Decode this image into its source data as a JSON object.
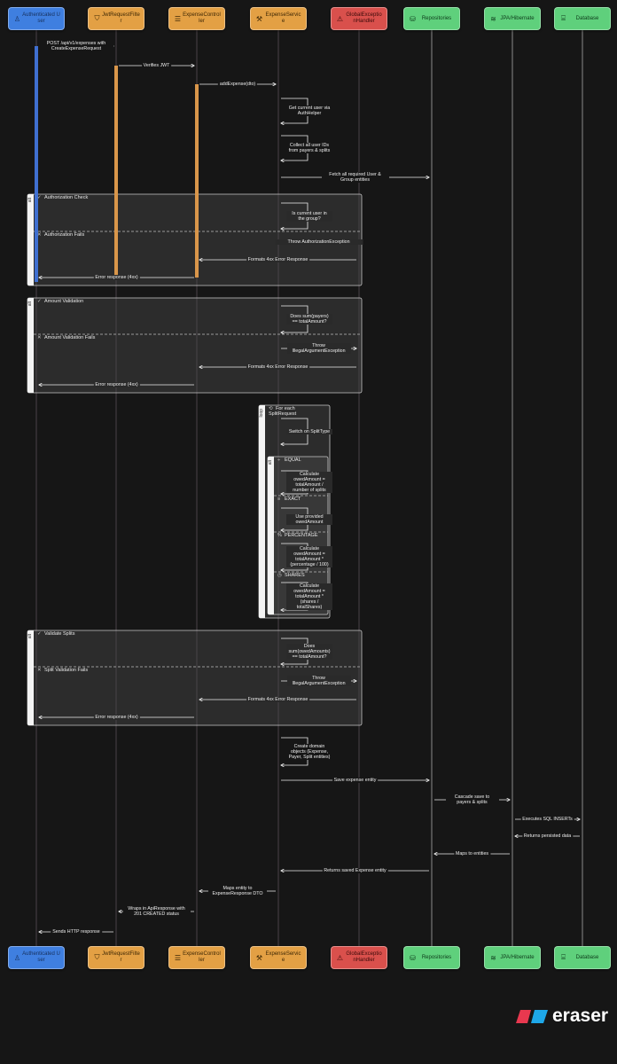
{
  "participants": [
    {
      "name": "Authenticated User",
      "icon": "user-icon",
      "glyph": "♙",
      "color": "#3f7fe0",
      "text_color": "#17305c"
    },
    {
      "name": "JwtRequestFilter",
      "icon": "shield-icon",
      "glyph": "⛉",
      "color": "#e3a044",
      "text_color": "#3d2705"
    },
    {
      "name": "ExpenseController",
      "icon": "server-icon",
      "glyph": "☰",
      "color": "#e3a044",
      "text_color": "#3d2705"
    },
    {
      "name": "ExpenseService",
      "icon": "wrench-icon",
      "glyph": "⚒",
      "color": "#e3a044",
      "text_color": "#3d2705"
    },
    {
      "name": "GlobalExceptionHandler",
      "icon": "warning-icon",
      "glyph": "⚠",
      "color": "#d9504c",
      "text_color": "#3b0b0a"
    },
    {
      "name": "Repositories",
      "icon": "database-icon",
      "glyph": "⛁",
      "color": "#5fd07c",
      "text_color": "#0d3a1a"
    },
    {
      "name": "JPA/Hibernate",
      "icon": "layers-icon",
      "glyph": "≋",
      "color": "#5fd07c",
      "text_color": "#0d3a1a"
    },
    {
      "name": "Database",
      "icon": "archive-icon",
      "glyph": "⌸",
      "color": "#5fd07c",
      "text_color": "#0d3a1a"
    }
  ],
  "steps": [
    {
      "from": 0,
      "to": 1,
      "label": "POST /api/v1/expenses with CreateExpenseRequest"
    },
    {
      "from": 1,
      "to": 2,
      "label": "Verifies JWT"
    },
    {
      "from": 2,
      "to": 3,
      "label": "addExpense(dto)"
    },
    {
      "from": 3,
      "to": 3,
      "label": "Get current user via AuthHelper"
    },
    {
      "from": 3,
      "to": 3,
      "label": "Collect all user IDs from payers & splits"
    },
    {
      "from": 3,
      "to": 5,
      "label": "Fetch all required User & Group entities"
    },
    {
      "from": 3,
      "to": 3,
      "label": "Is current user in the group?"
    },
    {
      "from": 3,
      "to": 4,
      "label": "Throw AuthorizationException"
    },
    {
      "from": 4,
      "to": 2,
      "label": "Formats 4xx Error Response"
    },
    {
      "from": 2,
      "to": 0,
      "label": "Error response (4xx)"
    },
    {
      "from": 3,
      "to": 3,
      "label": "Does sum(payers) == totalAmount?"
    },
    {
      "from": 3,
      "to": 4,
      "label": "Throw IllegalArgumentException"
    },
    {
      "from": 4,
      "to": 2,
      "label": "Formats 4xx Error Response"
    },
    {
      "from": 2,
      "to": 0,
      "label": "Error response (4xx)"
    },
    {
      "from": 3,
      "to": 3,
      "label": "Switch on SplitType"
    },
    {
      "from": 3,
      "to": 3,
      "label": "Calculate owedAmount = totalAmount / number of splits"
    },
    {
      "from": 3,
      "to": 3,
      "label": "Use provided owedAmount"
    },
    {
      "from": 3,
      "to": 3,
      "label": "Calculate owedAmount = totalAmount * (percentage / 100)"
    },
    {
      "from": 3,
      "to": 3,
      "label": "Calculate owedAmount = totalAmount * (shares / totalShares)"
    },
    {
      "from": 3,
      "to": 3,
      "label": "Does sum(owedAmounts) == totalAmount?"
    },
    {
      "from": 3,
      "to": 4,
      "label": "Throw IllegalArgumentException"
    },
    {
      "from": 4,
      "to": 2,
      "label": "Formats 4xx Error Response"
    },
    {
      "from": 2,
      "to": 0,
      "label": "Error response (4xx)"
    },
    {
      "from": 3,
      "to": 3,
      "label": "Create domain objects (Expense, Payer, Split entities)"
    },
    {
      "from": 3,
      "to": 5,
      "label": "Save expense entity"
    },
    {
      "from": 5,
      "to": 6,
      "label": "Cascade save to payers & splits"
    },
    {
      "from": 6,
      "to": 7,
      "label": "Executes SQL INSERTs"
    },
    {
      "from": 7,
      "to": 6,
      "label": "Returns persisted data"
    },
    {
      "from": 6,
      "to": 5,
      "label": "Maps to entities"
    },
    {
      "from": 5,
      "to": 3,
      "label": "Returns saved Expense entity"
    },
    {
      "from": 3,
      "to": 2,
      "label": "Maps entity to ExpenseResponse DTO"
    },
    {
      "from": 2,
      "to": 1,
      "label": "Wraps in ApiResponse with 201 CREATED status"
    },
    {
      "from": 1,
      "to": 0,
      "label": "Sends HTTP response"
    }
  ],
  "frames": [
    {
      "type": "alt",
      "sections": [
        {
          "label": "Authorization Check",
          "icon": "check-icon",
          "glyph": "✓"
        },
        {
          "label": "Authorization Fails",
          "icon": "x-icon",
          "glyph": "✕"
        }
      ]
    },
    {
      "type": "alt",
      "sections": [
        {
          "label": "Amount Validation",
          "icon": "check-icon",
          "glyph": "✓"
        },
        {
          "label": "Amount Validation Fails",
          "icon": "x-icon",
          "glyph": "✕"
        }
      ]
    },
    {
      "type": "loop",
      "sections": [
        {
          "label": "For each SplitRequest",
          "icon": "repeat-icon",
          "glyph": "⟲"
        }
      ]
    },
    {
      "type": "alt",
      "sections": [
        {
          "label": "EQUAL",
          "icon": "divide-icon",
          "glyph": "÷"
        },
        {
          "label": "EXACT",
          "icon": "list-icon",
          "glyph": "≡"
        },
        {
          "label": "PERCENTAGE",
          "icon": "percent-icon",
          "glyph": "%"
        },
        {
          "label": "SHARES",
          "icon": "clock-icon",
          "glyph": "◷"
        }
      ]
    },
    {
      "type": "alt",
      "sections": [
        {
          "label": "Validate Splits",
          "icon": "check-icon",
          "glyph": "✓"
        },
        {
          "label": "Split Validation Fails",
          "icon": "x-icon",
          "glyph": "✕"
        }
      ]
    }
  ],
  "branding": {
    "logo_text": "eraser",
    "colors": [
      "#e8384f",
      "#1ea7e8"
    ]
  }
}
